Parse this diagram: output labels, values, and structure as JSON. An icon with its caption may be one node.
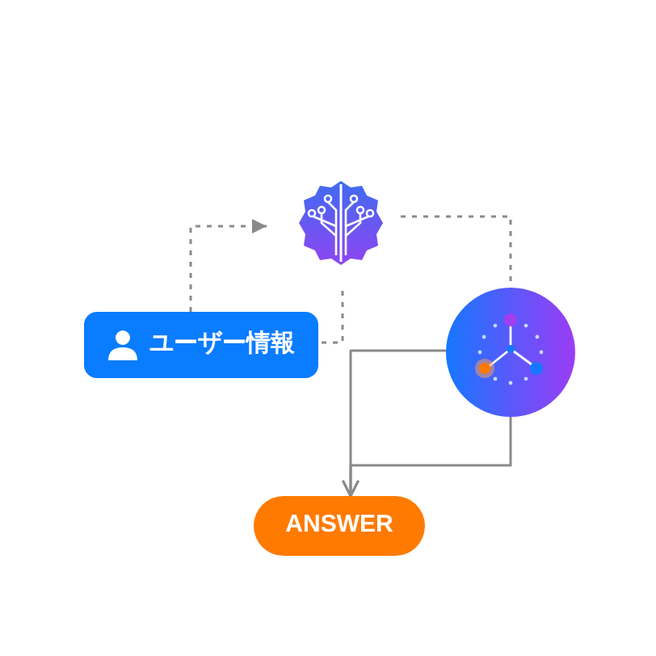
{
  "diagram": {
    "nodes": [
      {
        "text": [
          "ユーザー情報"
        ]
      },
      {
        "text": [],
        "shape": "picture"
      },
      {
        "text": [],
        "shape": "circle"
      },
      {
        "text": [
          "ANSWER"
        ]
      }
    ],
    "edges": [
      {
        "from": 0,
        "to": 1,
        "arrow": "to",
        "style": "dashed"
      },
      {
        "from": 1,
        "to": 0,
        "arrow": "none",
        "style": "dashed"
      },
      {
        "from": 1,
        "to": 2,
        "arrow": "none",
        "style": "dashed"
      },
      {
        "from": 2,
        "to": 3,
        "arrow": "to"
      },
      {
        "from": 2,
        "to": 3,
        "arrow": "to"
      }
    ]
  }
}
